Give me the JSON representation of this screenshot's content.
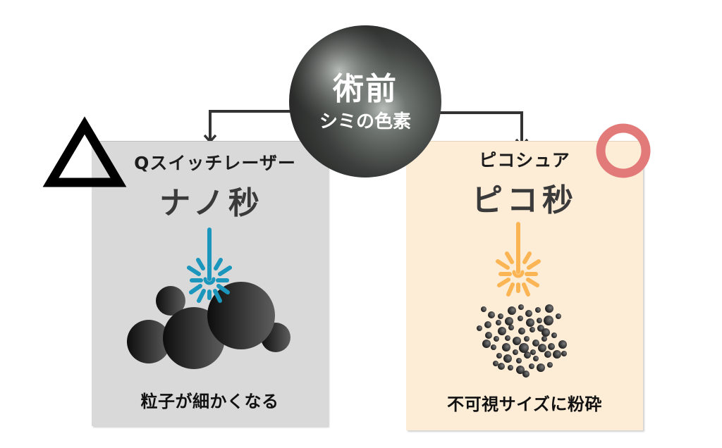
{
  "center": {
    "title": "術前",
    "subtitle": "シミの色素",
    "color": "#5a5e5c"
  },
  "left_card": {
    "rating_symbol": "△",
    "rating_icon": "triangle-outline-icon",
    "subtitle": "Qスイッチレーザー",
    "title": "ナノ秒",
    "caption": "粒子が細かくなる",
    "background": "#d9d9d9",
    "laser_color": "#1b96bd",
    "illustration": "large-particles"
  },
  "right_card": {
    "rating_symbol": "○",
    "rating_icon": "circle-outline-icon",
    "rating_color": "#e27a7a",
    "subtitle": "ピコシュア",
    "title": "ピコ秒",
    "caption": "不可視サイズに粉砕",
    "background": "#fdecd6",
    "laser_color": "#fbb554",
    "illustration": "fine-particles"
  },
  "connectors": {
    "color": "#333333"
  }
}
